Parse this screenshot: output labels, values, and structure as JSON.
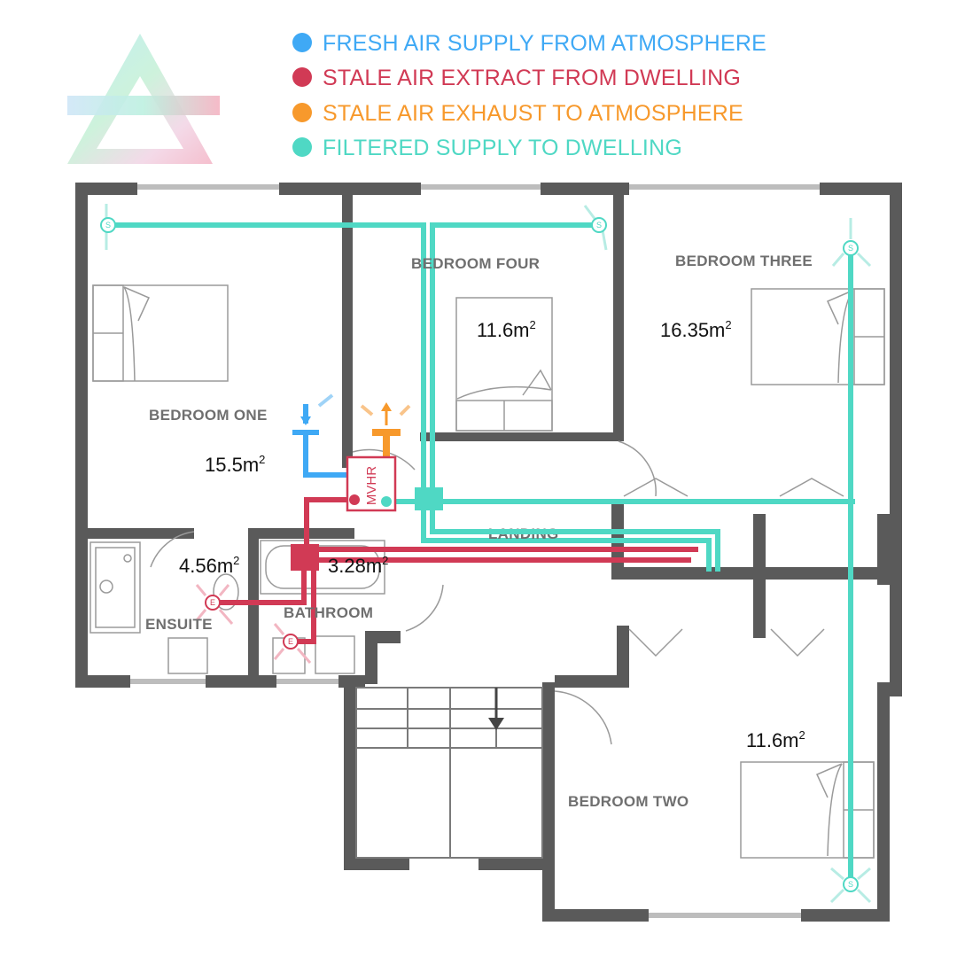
{
  "legend": [
    {
      "label": "FRESH AIR SUPPLY FROM ATMOSPHERE",
      "color": "#3fa9f5"
    },
    {
      "label": "STALE AIR EXTRACT FROM DWELLING",
      "color": "#d13a55"
    },
    {
      "label": "STALE AIR EXHAUST TO ATMOSPHERE",
      "color": "#f7992c"
    },
    {
      "label": "FILTERED SUPPLY TO DWELLING",
      "color": "#4fd8c4"
    }
  ],
  "rooms": {
    "bedroom_one": {
      "name": "BEDROOM ONE",
      "area": "15.5m",
      "sup": "2"
    },
    "bedroom_two": {
      "name": "BEDROOM TWO",
      "area": "11.6m",
      "sup": "2"
    },
    "bedroom_three": {
      "name": "BEDROOM THREE",
      "area": "16.35m",
      "sup": "2"
    },
    "bedroom_four": {
      "name": "BEDROOM FOUR",
      "area": "11.6m",
      "sup": "2"
    },
    "ensuite": {
      "name": "ENSUITE",
      "area": "4.56m",
      "sup": "2"
    },
    "bathroom": {
      "name": "BATHROOM",
      "area": "3.28m",
      "sup": "2"
    },
    "landing": {
      "name": "LANDING"
    }
  },
  "unit": {
    "label": "MVHR"
  },
  "terminals": {
    "supply": "S",
    "extract": "E"
  },
  "colors": {
    "wall": "#5a5a5a",
    "furniture": "#9a9a9a",
    "supply": "#4fd8c4",
    "extract": "#d13a55",
    "fresh": "#3fa9f5",
    "exhaust": "#f7992c"
  },
  "icons": [
    "logo-triangle-icon",
    "supply-terminal-icon",
    "extract-terminal-icon",
    "airflow-arrow-icon"
  ]
}
